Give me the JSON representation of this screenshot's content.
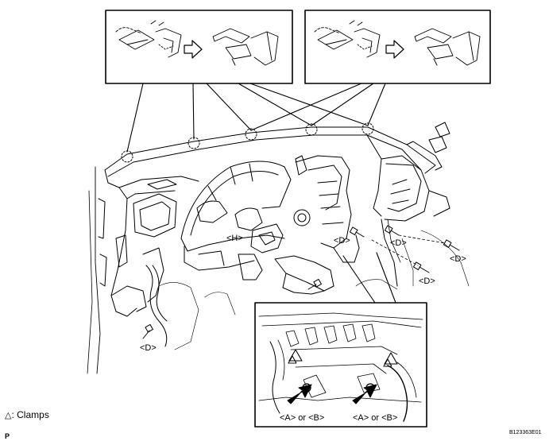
{
  "labels": {
    "h": "<H>",
    "d_center": "<D>",
    "d_right1": "<D>",
    "d_right2": "<D>",
    "d_right3": "<D>",
    "d_left": "<D>",
    "a_or_b_left": "<A> or <B>",
    "a_or_b_right": "<A> or <B>"
  },
  "legend": {
    "symbol": "△",
    "text": ": Clamps"
  },
  "footer": {
    "figure_code": "B123363E01",
    "page_mark": "P"
  },
  "colors": {
    "line": "#000000",
    "background": "#ffffff"
  }
}
